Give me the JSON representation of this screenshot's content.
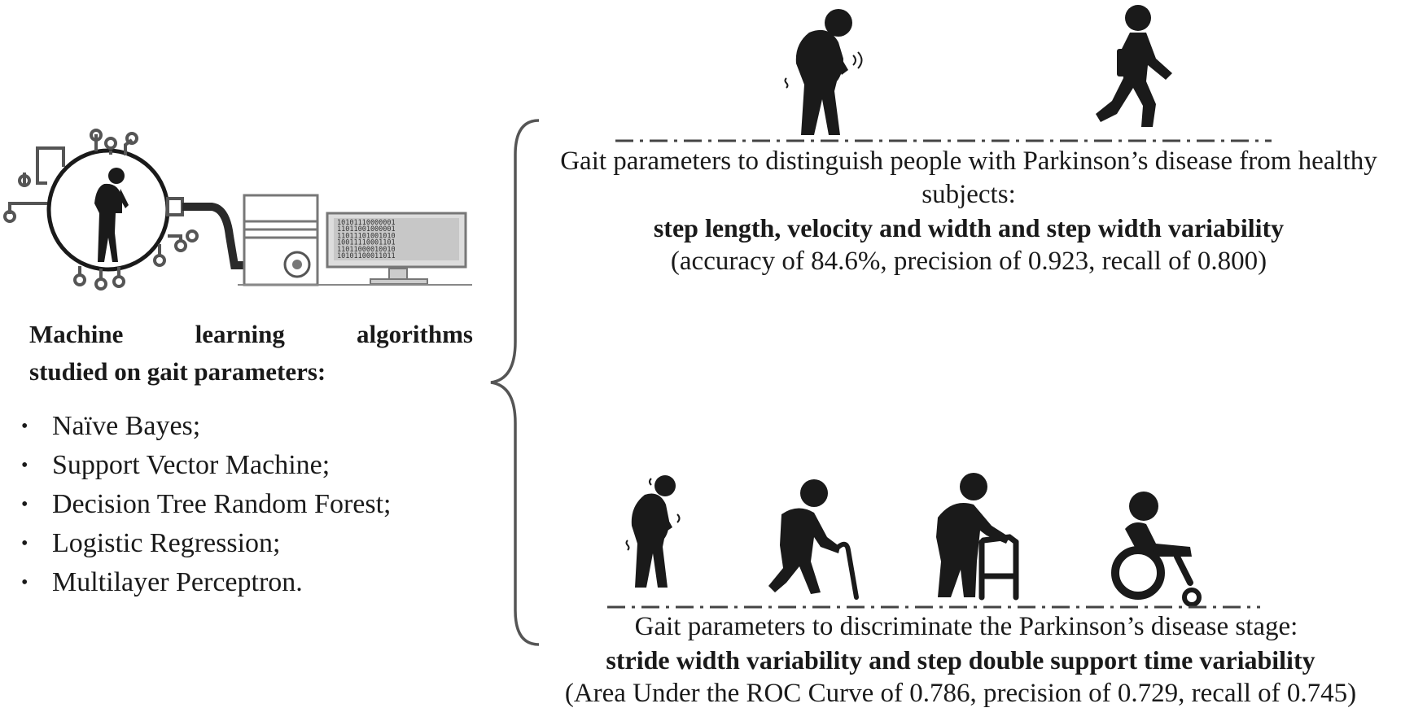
{
  "left": {
    "heading_line1_words": [
      "Machine",
      "learning",
      "algorithms"
    ],
    "heading_line2": "studied on gait parameters:",
    "bullet_symbol": "•",
    "algorithms": [
      "Naïve Bayes;",
      "Support Vector Machine;",
      "Decision Tree Random Forest;",
      "Logistic Regression;",
      "Multilayer Perceptron."
    ],
    "binary_lines": [
      "10101110000001",
      "11011001000001",
      "11011101001010",
      "10011110001101",
      "11011000010010",
      "10101100011011"
    ]
  },
  "top": {
    "description": "Gait parameters to distinguish people with Parkinson’s disease from healthy subjects:",
    "parameters": "step length, velocity and width and step width variability",
    "metrics": "(accuracy of 84.6%, precision of 0.923, recall of 0.800)"
  },
  "bottom": {
    "description": "Gait parameters to discriminate the Parkinson’s disease stage:",
    "parameters": "stride width variability and step double support time variability",
    "metrics": "(Area Under the ROC Curve of 0.786, precision of 0.729, recall of 0.745)"
  },
  "icons": {
    "circuit": "circuit-board-icon",
    "computer": "desktop-computer-icon",
    "top_figures": [
      "parkinson-walker-icon",
      "healthy-walker-icon"
    ],
    "bottom_figures": [
      "parkinson-walker-icon",
      "cane-walker-icon",
      "walking-frame-icon",
      "wheelchair-icon"
    ],
    "brace": "curly-brace-icon"
  },
  "colors": {
    "ink": "#1a1a1a",
    "line_gray": "#555555",
    "light_gray": "#cfcfcf",
    "background": "#ffffff"
  }
}
